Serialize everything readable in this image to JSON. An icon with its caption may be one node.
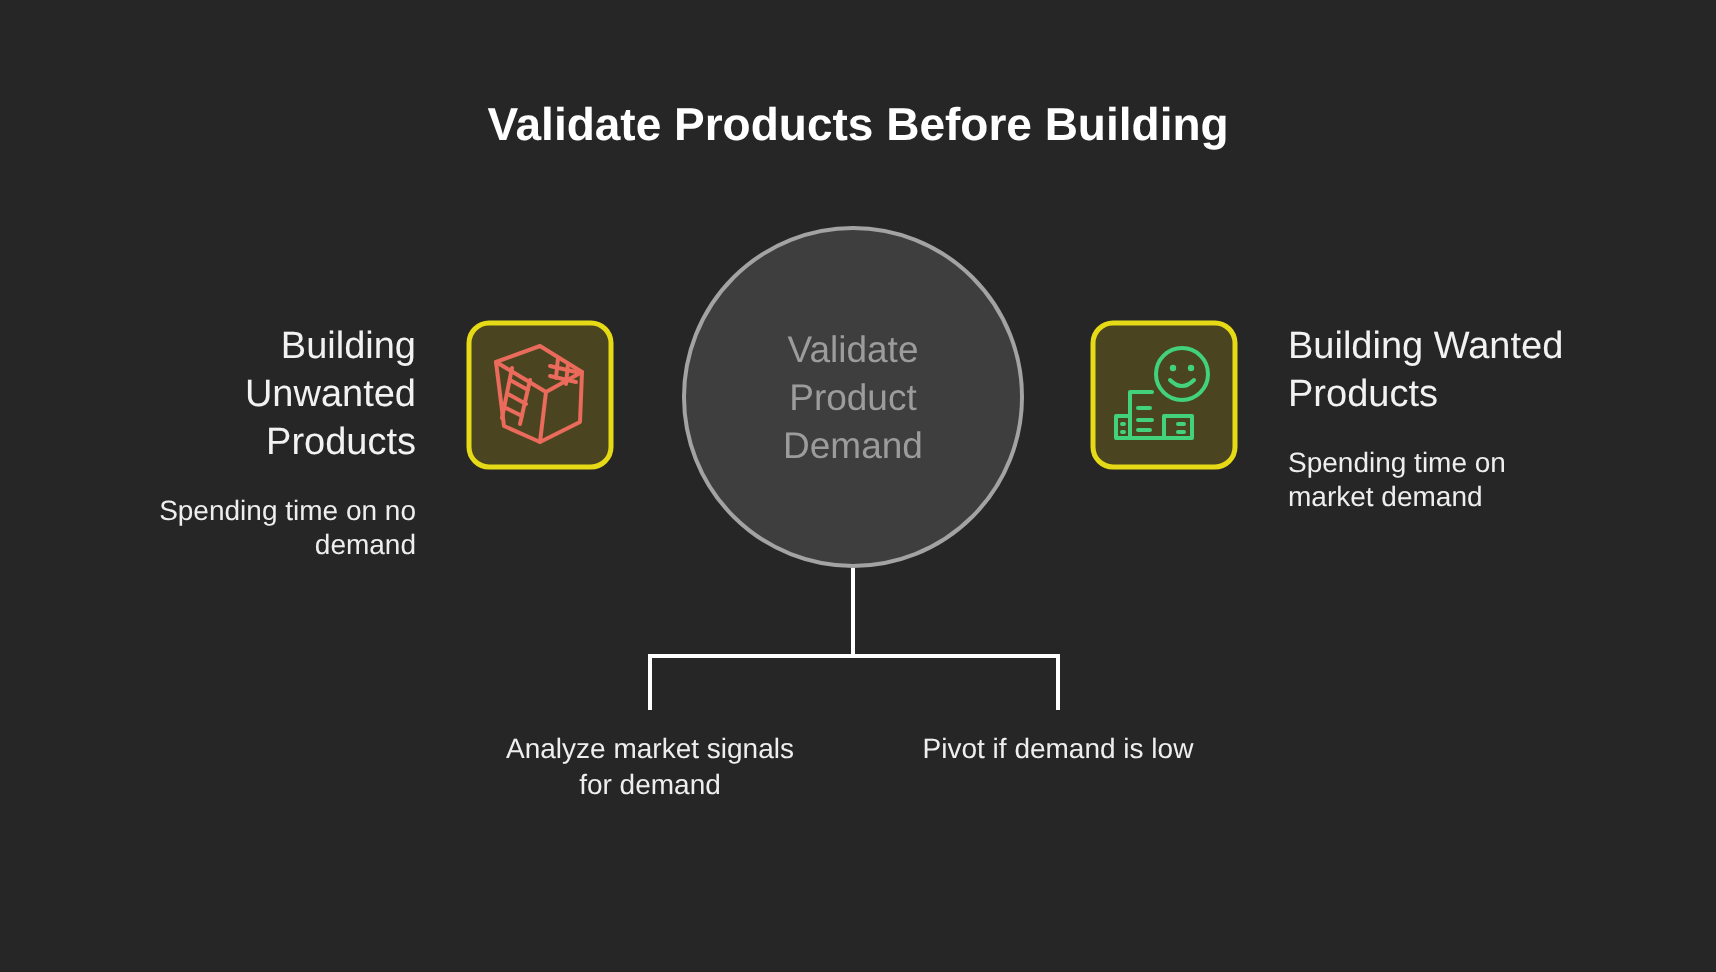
{
  "diagram": {
    "title": "Validate Products Before Building",
    "nodes": [
      {
        "text": [
          "Validate Product Demand"
        ]
      },
      {
        "text": [
          "Analyze market signals for demand"
        ]
      },
      {
        "text": [
          "Pivot if demand is low"
        ]
      }
    ],
    "edges": [
      {
        "from": 0,
        "to": 1,
        "arrow": "none"
      },
      {
        "from": 0,
        "to": 2,
        "arrow": "none"
      }
    ],
    "labels": [
      "Building Unwanted Products",
      "Spending time on no demand",
      "Building Wanted Products",
      "Spending time on market demand"
    ]
  }
}
